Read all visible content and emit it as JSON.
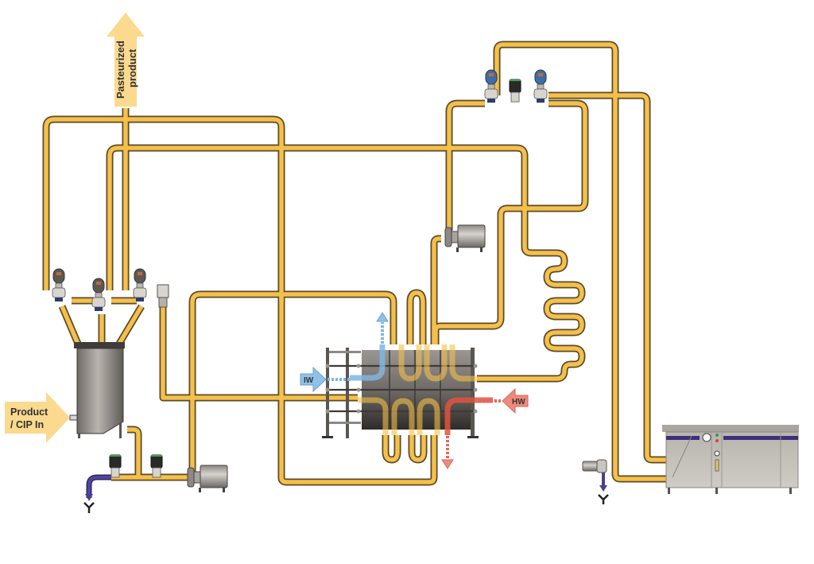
{
  "diagram": {
    "type": "process-flow",
    "title": "Pasteurization / CIP piping diagram",
    "labels": {
      "outlet": [
        "Pasteurized",
        "product"
      ],
      "inlet": [
        "Product",
        "/ CIP In"
      ],
      "ice_water": "IW",
      "hot_water": "HW"
    },
    "colors": {
      "product_pipe": "#f5c04a",
      "pipe_outline": "#5a4a2a",
      "arrow_fill": "#fbd98e",
      "ice_water": "#7fb6e0",
      "hot_water": "#e06a5a",
      "drain": "#4a3f8f",
      "steel": "#8a8580",
      "cabinet_stripe": "#3d2f7a",
      "valve_blue": "#3b6ea8"
    },
    "components": [
      {
        "id": "balance-tank",
        "kind": "tank"
      },
      {
        "id": "plate-heat-exchanger",
        "kind": "heat-exchanger"
      },
      {
        "id": "feed-pump",
        "kind": "centrifugal-pump"
      },
      {
        "id": "booster-pump",
        "kind": "centrifugal-pump"
      },
      {
        "id": "holding-tube",
        "kind": "holding-tube"
      },
      {
        "id": "cip-unit",
        "kind": "cabinet"
      },
      {
        "id": "divert-valves",
        "kind": "valve-cluster"
      },
      {
        "id": "tank-valves",
        "kind": "valve-cluster"
      },
      {
        "id": "drain-valves",
        "kind": "valve-cluster"
      }
    ]
  }
}
